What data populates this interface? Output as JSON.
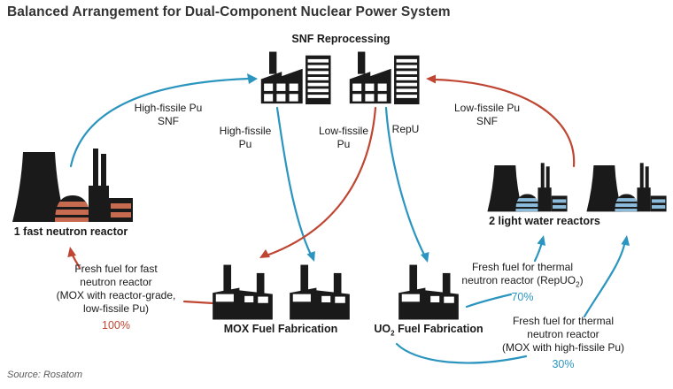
{
  "title": "Balanced Arrangement for Dual-Component Nuclear Power System",
  "source": "Source: Rosatom",
  "colors": {
    "blue": "#2b95bf",
    "red": "#bf4632",
    "fast_accent": "#c66a50",
    "lwr_accent": "#8cbcdb",
    "ink": "#1a1a1a",
    "title_color": "#333333",
    "muted": "#595959"
  },
  "icons": {
    "snf_plant": "reprocessing-factory-icon",
    "fast_plant": "nuclear-plant-icon-orange-stripes",
    "lwr_plant": "nuclear-plant-icon-blue-stripes",
    "fab_plant": "fabrication-factory-icon"
  },
  "nodes": {
    "snf": {
      "label": "SNF Reprocessing"
    },
    "fast": {
      "label": "1 fast neutron reactor"
    },
    "lwr": {
      "label": "2 light water reactors"
    },
    "mox": {
      "label": "MOX Fuel Fabrication"
    },
    "uo2": {
      "pre": "UO",
      "sub": "2",
      "post": " Fuel Fabrication"
    }
  },
  "flows": {
    "high_fissile_pu_snf": {
      "line1": "High-fissile Pu",
      "line2": "SNF"
    },
    "high_fissile_pu": {
      "line1": "High-fissile",
      "line2": "Pu"
    },
    "low_fissile_pu": {
      "line1": "Low-fissile",
      "line2": "Pu"
    },
    "repu": {
      "label": "RepU"
    },
    "low_fissile_pu_snf": {
      "line1": "Low-fissile Pu",
      "line2": "SNF"
    },
    "fresh_fuel_fast": {
      "lines": [
        "Fresh fuel for fast",
        "neutron reactor",
        "(MOX with reactor-grade,",
        "low-fissile Pu)"
      ],
      "pct": "100%"
    },
    "fresh_fuel_thermal_repuo2": {
      "line1": "Fresh fuel for thermal",
      "line2_pre": "neutron reactor (RepUO",
      "sub": "2",
      "line2_post": ")",
      "pct": "70%"
    },
    "fresh_fuel_thermal_mox": {
      "lines": [
        "Fresh fuel for thermal",
        "neutron reactor",
        "(MOX with high-fissile Pu)"
      ],
      "pct": "30%"
    }
  }
}
